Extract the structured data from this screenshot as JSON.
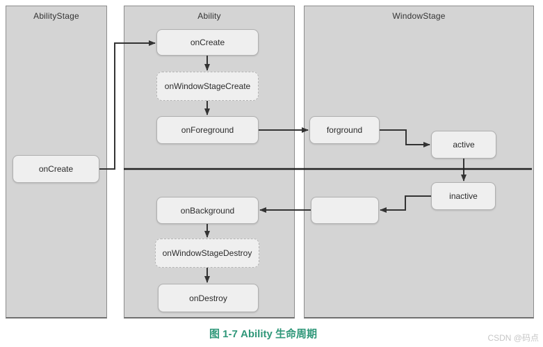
{
  "figure": {
    "caption": "图 1-7 Ability 生命周期",
    "watermark": "CSDN @码点"
  },
  "columns": [
    {
      "label": "AbilityStage"
    },
    {
      "label": "Ability"
    },
    {
      "label": "WindowStage"
    }
  ],
  "nodes": {
    "stage_oncreate": "onCreate",
    "oncreate": "onCreate",
    "onwindowstagecreate": "onWindowStageCreate",
    "onforeground": "onForeground",
    "forground": "forground",
    "active": "active",
    "inactive": "inactive",
    "onbackground": "onBackground",
    "onwindowstagedestroy": "onWindowStageDestroy",
    "ondestroy": "onDestroy"
  },
  "colors": {
    "caption_accent": "#2f9779",
    "column_fill": "#d4d4d4",
    "node_fill": "#efefef",
    "connector_line": "#333333",
    "divider_line": "#222222",
    "watermark": "#c6c6c6"
  }
}
